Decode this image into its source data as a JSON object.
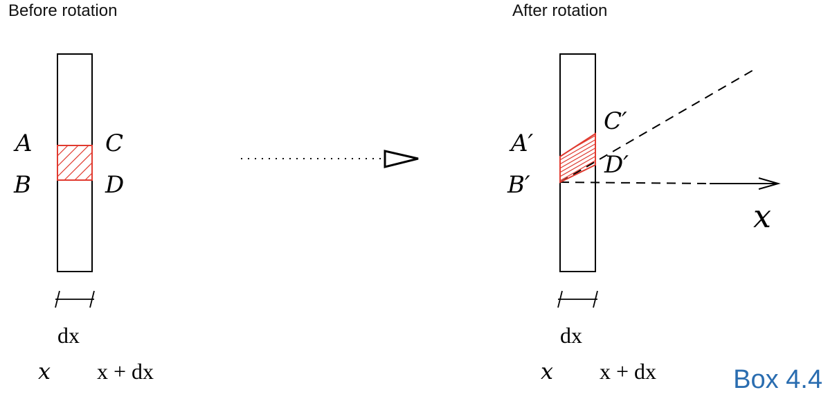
{
  "headings": {
    "before": "Before rotation",
    "after": "After rotation"
  },
  "box_label": "Box 4.4",
  "before": {
    "label_a": "A",
    "label_b": "B",
    "label_c": "C",
    "label_d": "D",
    "width_label_d": "d",
    "width_label_x": "x",
    "left_edge": "x",
    "right_edge_x": "x",
    "right_edge_plus": "+",
    "right_edge_d": "d",
    "right_edge_x2": "x"
  },
  "after": {
    "label_a": "A′",
    "label_b": "B′",
    "label_c": "C′",
    "label_d": "D′",
    "axis_label": "x",
    "width_label_d": "d",
    "width_label_x": "x",
    "left_edge": "x",
    "right_edge_x": "x",
    "right_edge_plus": "+",
    "right_edge_d": "d",
    "right_edge_x2": "x"
  },
  "colors": {
    "element": "#e03a2f",
    "outline": "#000000",
    "box_label": "#2a6db0"
  }
}
